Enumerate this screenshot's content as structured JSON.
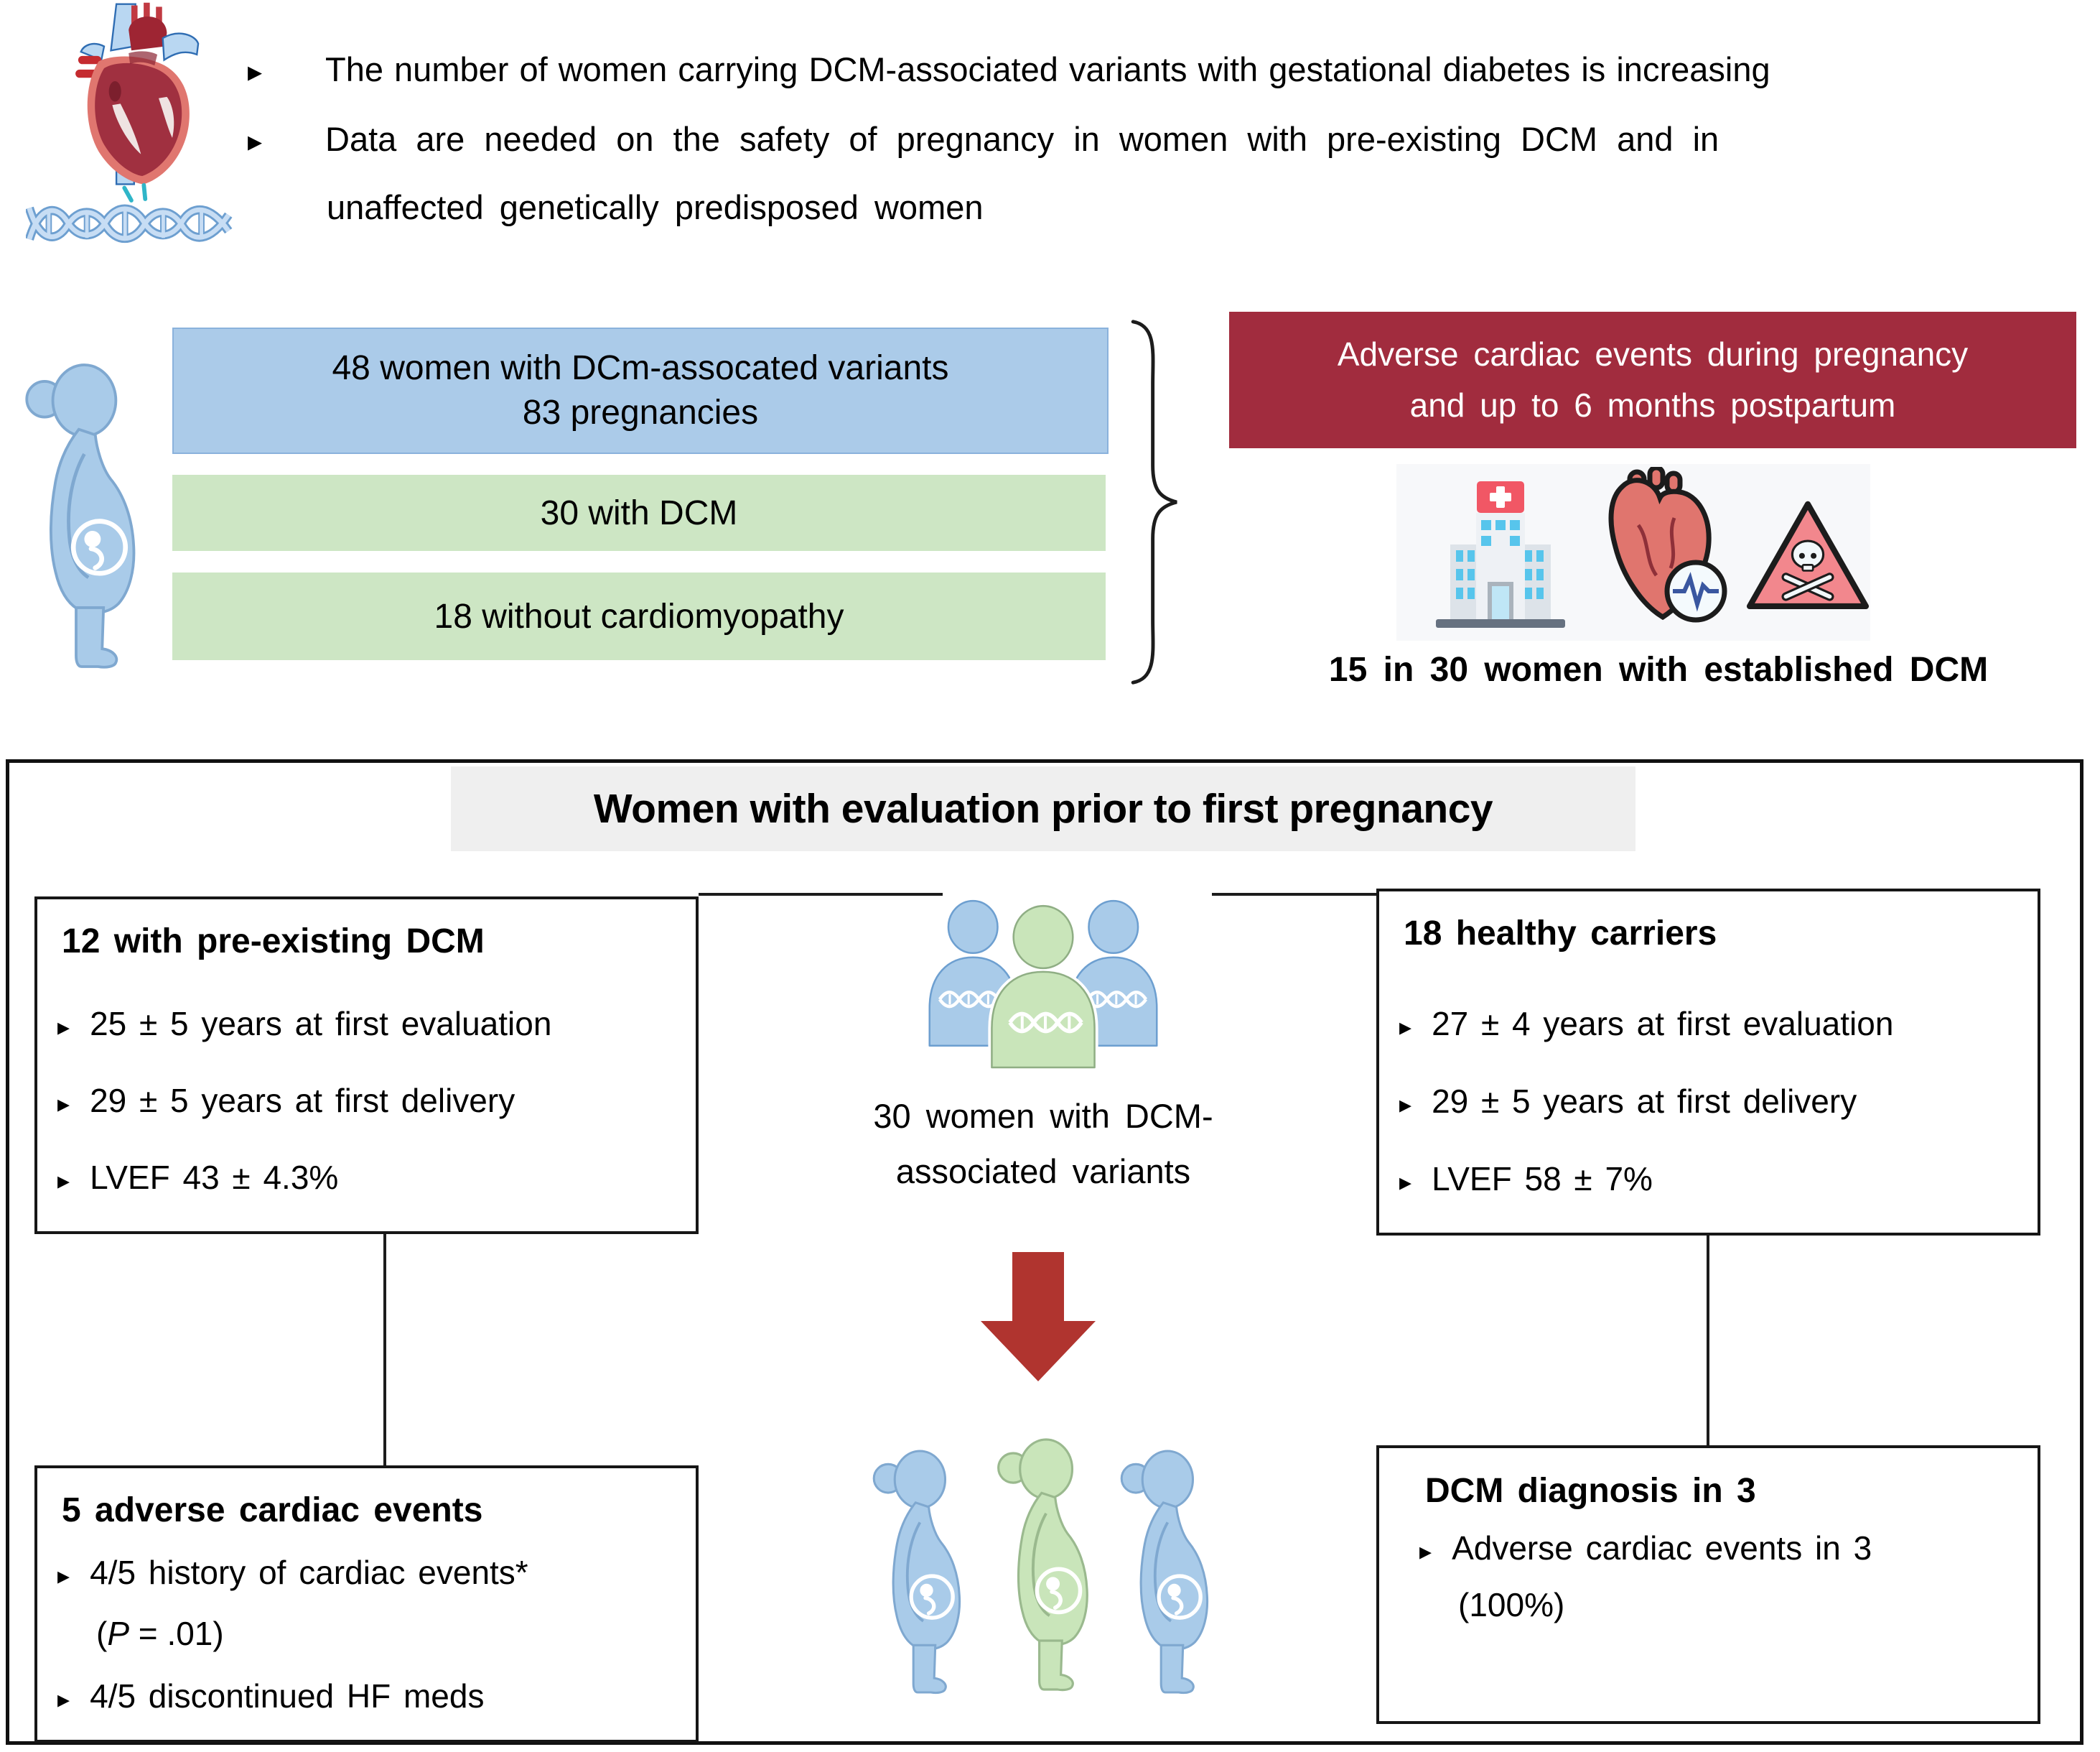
{
  "ui": {
    "bullet_glyph": "▸"
  },
  "colors": {
    "blue_box": "#abcbe9",
    "blue_box_border": "#8ab2dc",
    "green_box": "#cde6c4",
    "banner_maroon": "#a12c3e",
    "arrow_red": "#b0342f",
    "icon_blue": "#a9cbe9",
    "icon_blue_stroke": "#6d9fd0",
    "icon_green": "#c9e5ba",
    "icon_green_stroke": "#8fae84",
    "panel_title_bg": "#efefef",
    "text": "#000000"
  },
  "icon_names": [
    "heart-anatomy-icon",
    "dna-icon",
    "pregnant-woman-icon",
    "curly-brace",
    "hospital-icon",
    "heart-pulse-icon",
    "skull-hazard-icon",
    "group-dna-icon",
    "down-arrow-icon"
  ],
  "top_section": {
    "bullet1": "The number of women carrying DCM-associated variants with gestational diabetes is increasing",
    "bullet2_line1": "Data are needed on the safety of pregnancy in women with pre-existing DCM and in",
    "bullet2_line2": "unaffected genetically predisposed women"
  },
  "cohort": {
    "blue_box": {
      "line1": "48 women with DCm-assocated variants",
      "line2": "83 pregnancies"
    },
    "green_box_dcm": "30 with DCM",
    "green_box_no_cm": "18 without cardiomyopathy"
  },
  "outcome": {
    "banner": {
      "line1": "Adverse cardiac events during pregnancy",
      "line2": "and up to 6 months  postpartum"
    },
    "caption": "15 in 30 women with established DCM"
  },
  "evaluation_panel": {
    "title": "Women with evaluation prior to first pregnancy",
    "pre_existing_box": {
      "title": "12 with pre-existing DCM",
      "bullets": [
        "25 ± 5 years at first evaluation",
        "29 ± 5 years at first delivery",
        "LVEF 43 ± 4.3%"
      ]
    },
    "healthy_carriers_box": {
      "title": "18 healthy carriers",
      "bullets": [
        "27 ± 4 years at first evaluation",
        "29 ± 5 years at first delivery",
        "LVEF 58 ± 7%"
      ]
    },
    "center_group": {
      "line1": "30 women with DCM-",
      "line2": "associated variants"
    },
    "adverse_events_box": {
      "title": "5 adverse cardiac events",
      "bullet1": "4/5 history of cardiac events*",
      "p_open": "(",
      "p_italic": "P",
      "p_rest": " = .01)",
      "bullet2": "4/5 discontinued HF meds"
    },
    "dcm_diagnosis_box": {
      "title": "DCM diagnosis in 3",
      "bullet1": "Adverse cardiac events in 3",
      "bullet1_cont": "(100%)"
    }
  }
}
